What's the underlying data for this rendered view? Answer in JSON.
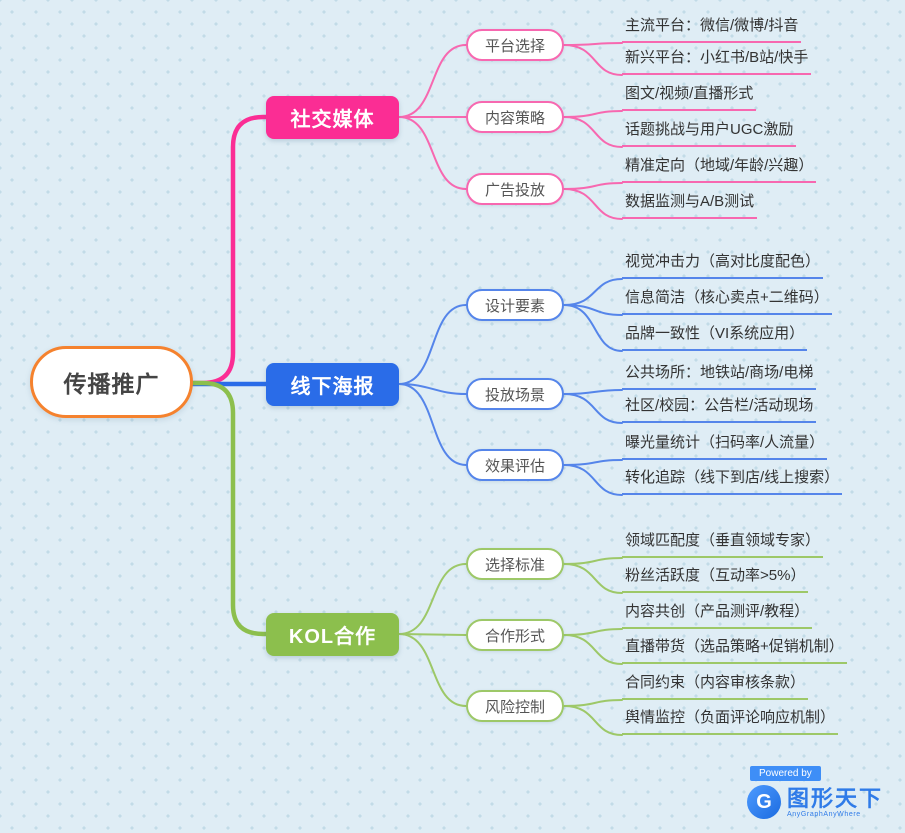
{
  "root": {
    "label": "传播推广",
    "border_color": "#f5822e"
  },
  "colors": {
    "background": "#dfedf5",
    "pink": "#fb2d94",
    "blue": "#2a6ce8",
    "green": "#8cbf4d"
  },
  "branches": [
    {
      "label": "社交媒体",
      "color": "#fb2d94",
      "children": [
        {
          "label": "平台选择",
          "leaves": [
            "主流平台：微信/微博/抖音",
            "新兴平台：小红书/B站/快手"
          ]
        },
        {
          "label": "内容策略",
          "leaves": [
            "图文/视频/直播形式",
            "话题挑战与用户UGC激励"
          ]
        },
        {
          "label": "广告投放",
          "leaves": [
            "精准定向（地域/年龄/兴趣）",
            "数据监测与A/B测试"
          ]
        }
      ]
    },
    {
      "label": "线下海报",
      "color": "#2a6ce8",
      "children": [
        {
          "label": "设计要素",
          "leaves": [
            "视觉冲击力（高对比度配色）",
            "信息简洁（核心卖点+二维码）",
            "品牌一致性（VI系统应用）"
          ]
        },
        {
          "label": "投放场景",
          "leaves": [
            "公共场所：地铁站/商场/电梯",
            "社区/校园：公告栏/活动现场"
          ]
        },
        {
          "label": "效果评估",
          "leaves": [
            "曝光量统计（扫码率/人流量）",
            "转化追踪（线下到店/线上搜索）"
          ]
        }
      ]
    },
    {
      "label": "KOL合作",
      "color": "#8cbf4d",
      "children": [
        {
          "label": "选择标准",
          "leaves": [
            "领域匹配度（垂直领域专家）",
            "粉丝活跃度（互动率>5%）"
          ]
        },
        {
          "label": "合作形式",
          "leaves": [
            "内容共创（产品测评/教程）",
            "直播带货（选品策略+促销机制）"
          ]
        },
        {
          "label": "风险控制",
          "leaves": [
            "合同约束（内容审核条款）",
            "舆情监控（负面评论响应机制）"
          ]
        }
      ]
    }
  ],
  "footer": {
    "powered_by": "Powered by",
    "logo_letter": "G",
    "logo_text": "图形天下",
    "logo_subtext": "AnyGraphAnyWhere"
  }
}
